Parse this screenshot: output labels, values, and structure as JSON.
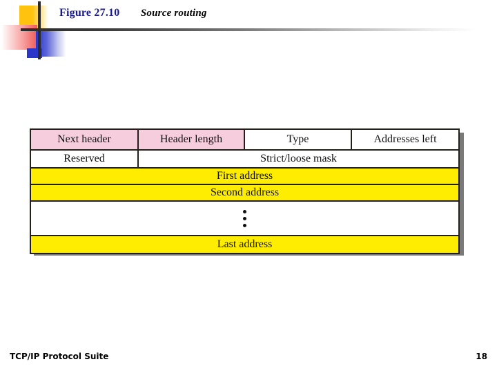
{
  "slide": {
    "figure_number": "Figure 27.10",
    "figure_title": "Source routing",
    "footer_left": "TCP/IP Protocol Suite",
    "page_number": "18"
  },
  "colors": {
    "figure_number_color": "#1a1a8c",
    "figure_title_color": "#000000",
    "pink_field": "#f5cddd",
    "yellow_field": "#ffed00",
    "white_field": "#ffffff",
    "border": "#231f1a",
    "shadow": "#7a7a7a",
    "deco_yellow": "#ffc20e",
    "deco_red": "#f05a5a",
    "deco_blue": "#2b36c8"
  },
  "diagram": {
    "name": "source-routing-extension-header",
    "rows": [
      {
        "id": "row-1",
        "cells": [
          {
            "label": "Next header",
            "fill": "pink"
          },
          {
            "label": "Header length",
            "fill": "pink"
          },
          {
            "label": "Type",
            "fill": "white"
          },
          {
            "label": "Addresses left",
            "fill": "white"
          }
        ]
      },
      {
        "id": "row-2",
        "cells": [
          {
            "label": "Reserved",
            "fill": "white"
          },
          {
            "label": "Strict/loose mask",
            "fill": "white"
          }
        ]
      },
      {
        "id": "row-3",
        "cells": [
          {
            "label": "First address",
            "fill": "yellow"
          }
        ]
      },
      {
        "id": "row-4",
        "cells": [
          {
            "label": "Second  address",
            "fill": "yellow"
          }
        ]
      },
      {
        "id": "row-5",
        "cells": [
          {
            "label": "",
            "fill": "white",
            "icon": "vertical-ellipsis"
          }
        ]
      },
      {
        "id": "row-6",
        "cells": [
          {
            "label": "Last  address",
            "fill": "yellow"
          }
        ]
      }
    ]
  }
}
